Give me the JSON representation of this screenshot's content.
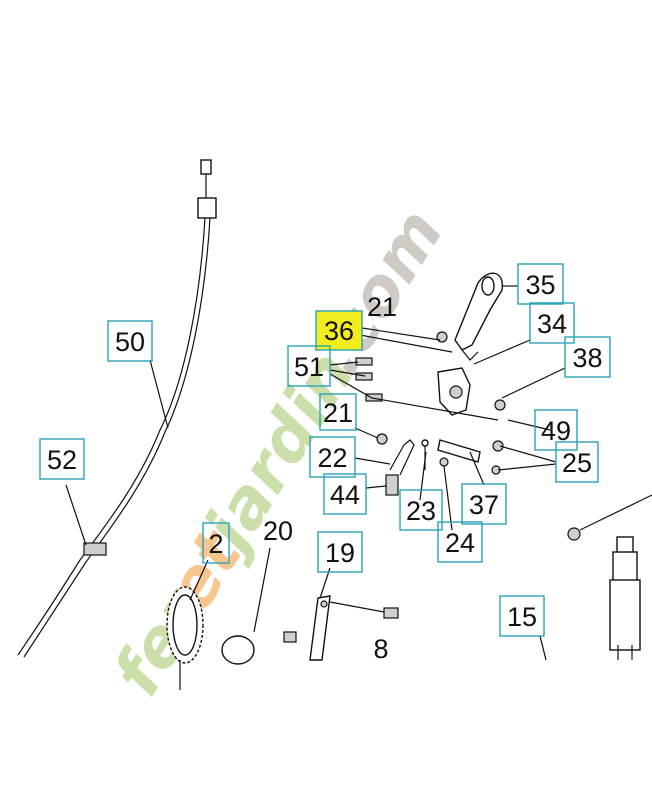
{
  "diagram": {
    "highlight_color": "#f2ee1e",
    "box_color": "#2aa3b5",
    "labels": [
      {
        "id": "l35",
        "text": "35"
      },
      {
        "id": "l36",
        "text": "36",
        "highlighted": true
      },
      {
        "id": "l21a",
        "text": "21"
      },
      {
        "id": "l34",
        "text": "34"
      },
      {
        "id": "l38",
        "text": "38"
      },
      {
        "id": "l51",
        "text": "51"
      },
      {
        "id": "l21b",
        "text": "21"
      },
      {
        "id": "l49",
        "text": "49"
      },
      {
        "id": "l22",
        "text": "22"
      },
      {
        "id": "l25",
        "text": "25"
      },
      {
        "id": "l44",
        "text": "44"
      },
      {
        "id": "l23",
        "text": "23"
      },
      {
        "id": "l37",
        "text": "37"
      },
      {
        "id": "l24",
        "text": "24"
      },
      {
        "id": "l50",
        "text": "50"
      },
      {
        "id": "l52",
        "text": "52"
      },
      {
        "id": "l2",
        "text": "2"
      },
      {
        "id": "l20",
        "text": "20"
      },
      {
        "id": "l19",
        "text": "19"
      },
      {
        "id": "l15",
        "text": "15"
      },
      {
        "id": "l8",
        "text": "8"
      }
    ]
  },
  "watermark": {
    "part1": "fer",
    "part2": "et",
    "part3": "jardin",
    "part4": ".com",
    "colors": {
      "green": "#c9dea6",
      "orange": "#f6c488",
      "gray": "#cdc8c1"
    }
  }
}
